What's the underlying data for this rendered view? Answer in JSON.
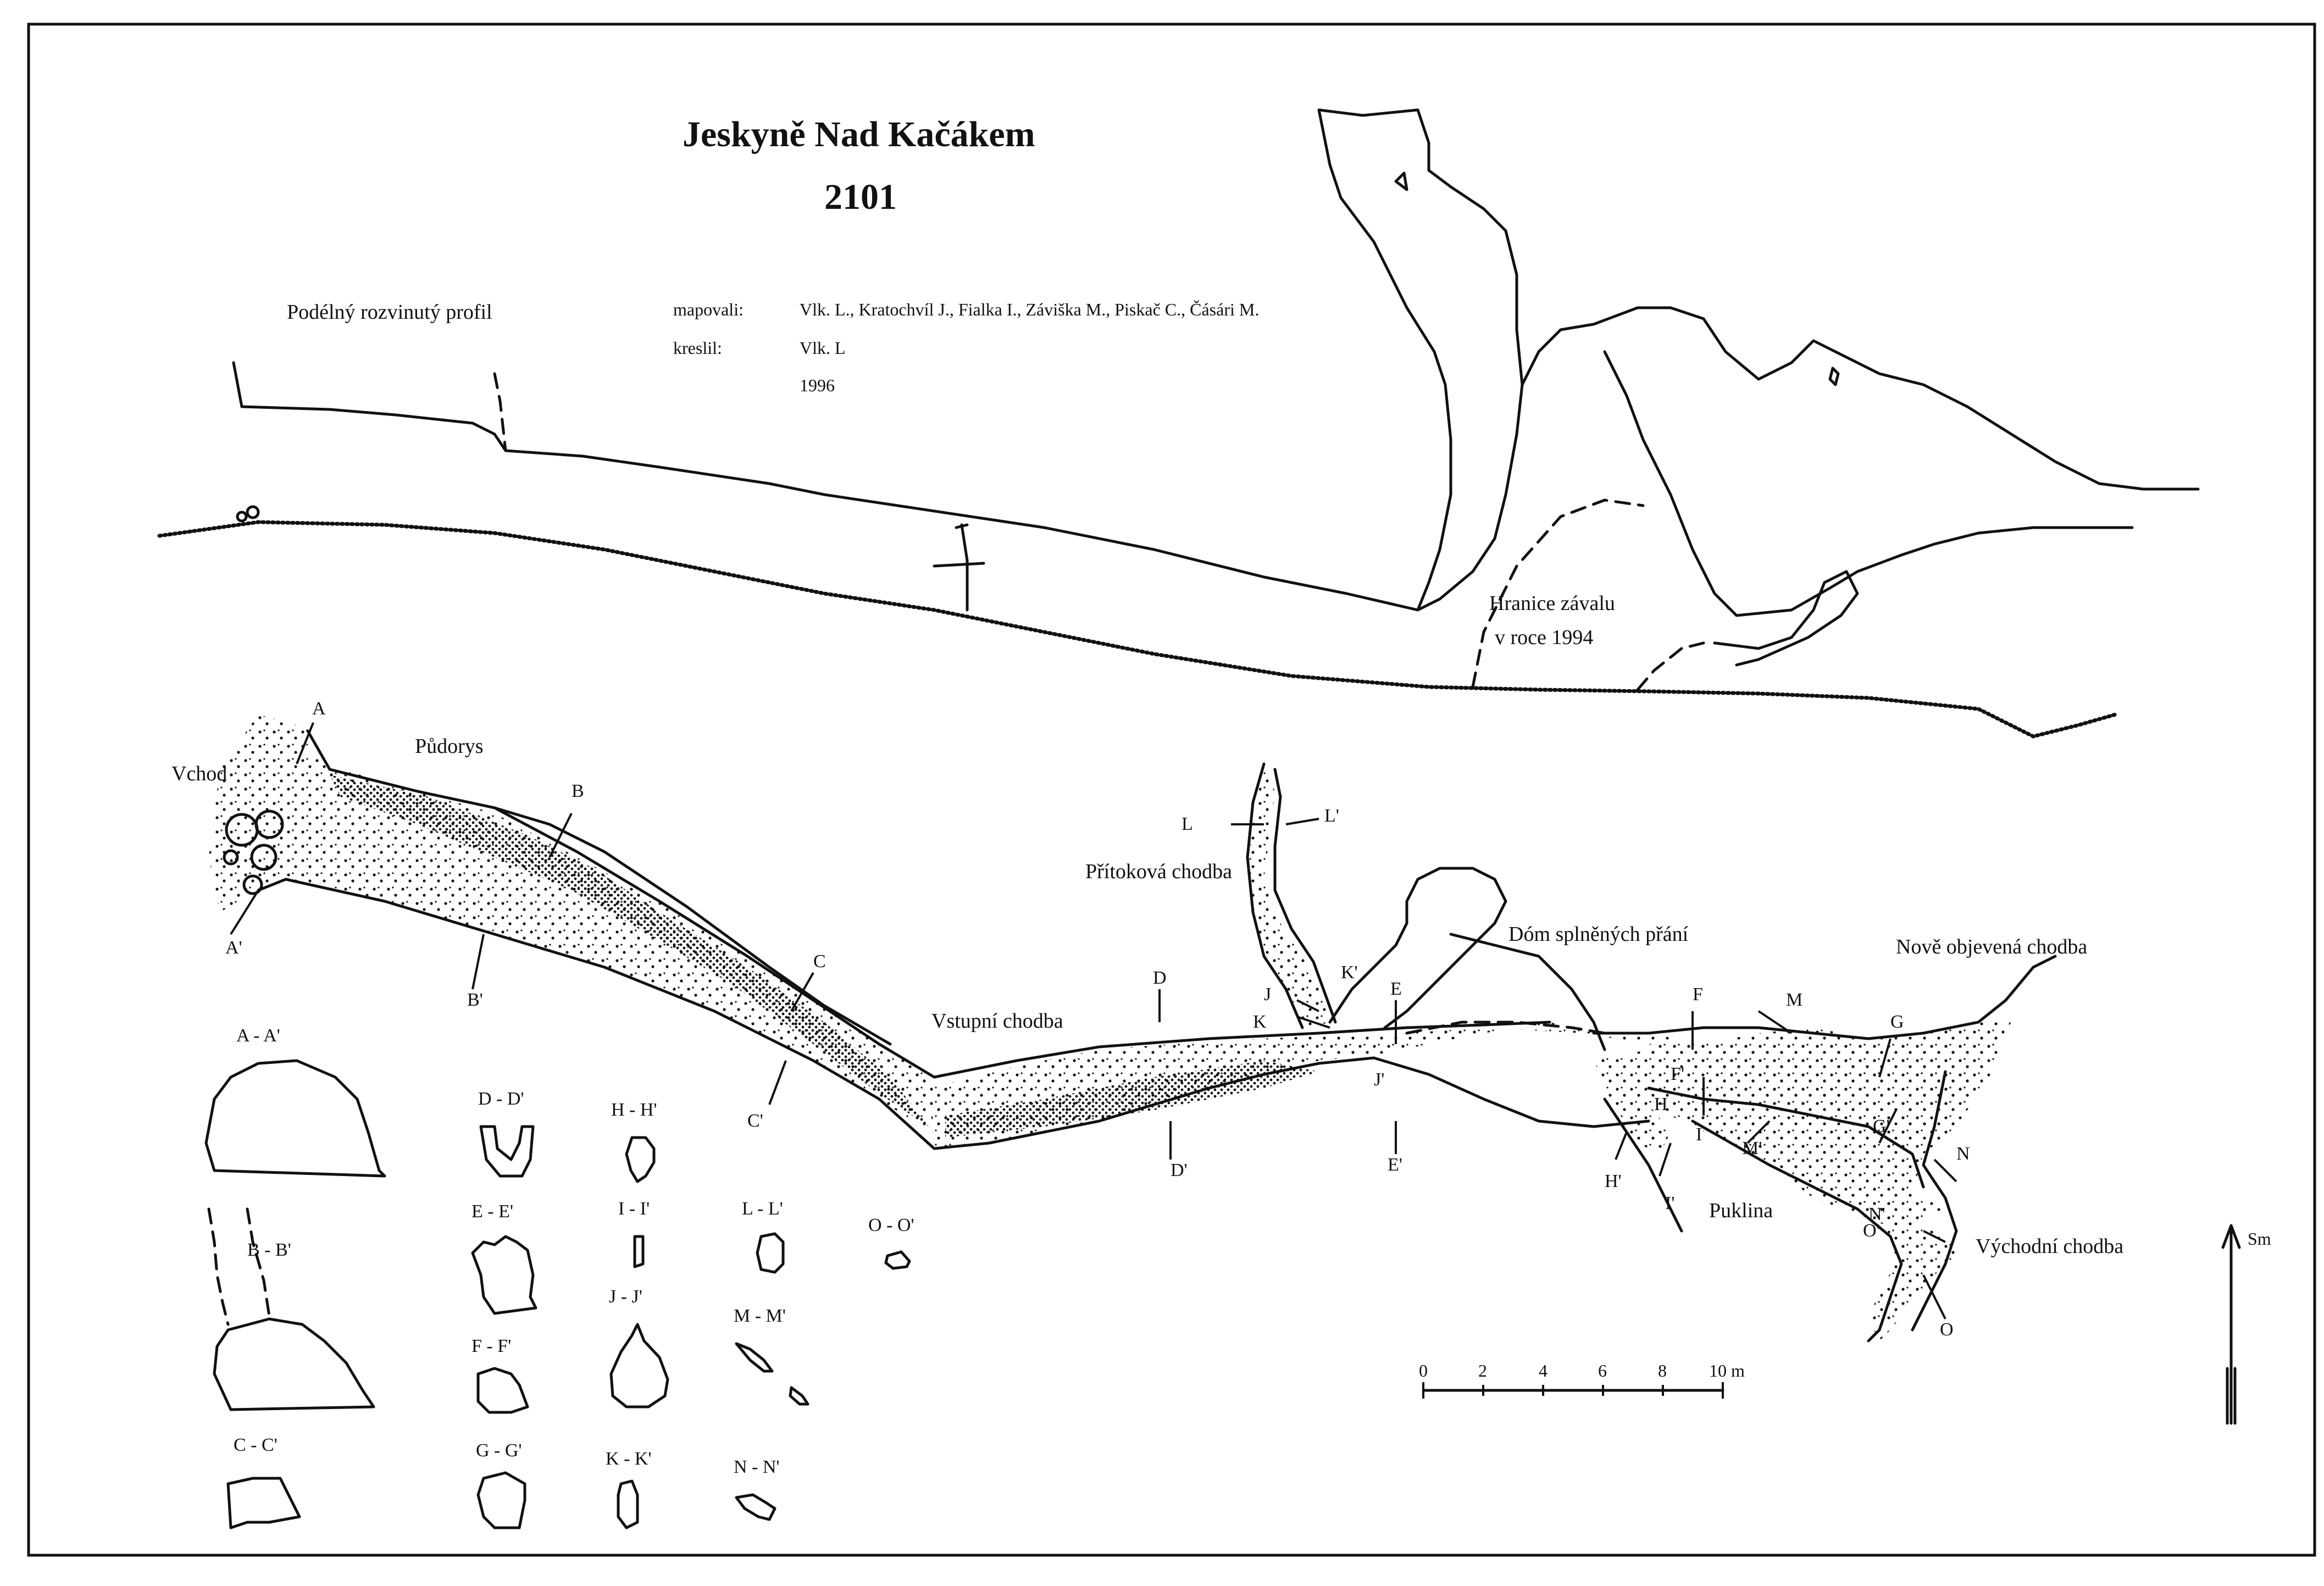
{
  "title": "Jeskyně Nad Kačákem",
  "cave_number": "2101",
  "profile_label": "Podélný rozvinutý profil",
  "plan_label": "Půdorys",
  "credits": {
    "mapped_by_label": "mapovali:",
    "mapped_by": "Vlk. L., Kratochvíl J., Fialka I., Záviška M., Piskač C., Čásári M.",
    "drawn_by_label": "kreslil:",
    "drawn_by": "Vlk. L",
    "year": "1996"
  },
  "annotations": {
    "collapse_boundary_1": "Hranice závalu",
    "collapse_boundary_2": "v roce 1994"
  },
  "place_names": {
    "entrance": "Vchod",
    "entrance_passage": "Vstupní chodba",
    "tributary_passage": "Přítoková chodba",
    "dome": "Dóm splněných přání",
    "new_passage": "Nově objevená chodba",
    "fissure": "Puklina",
    "eastern_passage": "Východní chodba"
  },
  "section_marks": [
    {
      "id": "A",
      "a": "A",
      "b": "A'"
    },
    {
      "id": "B",
      "a": "B",
      "b": "B'"
    },
    {
      "id": "C",
      "a": "C",
      "b": "C'"
    },
    {
      "id": "D",
      "a": "D",
      "b": "D'"
    },
    {
      "id": "E",
      "a": "E",
      "b": "E'"
    },
    {
      "id": "F",
      "a": "F",
      "b": "F'"
    },
    {
      "id": "G",
      "a": "G",
      "b": "G'"
    },
    {
      "id": "H",
      "a": "H",
      "b": "H'"
    },
    {
      "id": "I",
      "a": "I",
      "b": "I'"
    },
    {
      "id": "J",
      "a": "J",
      "b": "J'"
    },
    {
      "id": "K",
      "a": "K",
      "b": "K'"
    },
    {
      "id": "L",
      "a": "L",
      "b": "L'"
    },
    {
      "id": "M",
      "a": "M",
      "b": "M'"
    },
    {
      "id": "N",
      "a": "N",
      "b": "N'"
    },
    {
      "id": "O",
      "a": "O",
      "b": "O'"
    }
  ],
  "cross_sections": {
    "A": "A - A'",
    "B": "B - B'",
    "C": "C - C'",
    "D": "D - D'",
    "E": "E - E'",
    "F": "F - F'",
    "G": "G - G'",
    "H": "H - H'",
    "I": "I - I'",
    "J": "J - J'",
    "K": "K - K'",
    "L": "L - L'",
    "M": "M - M'",
    "N": "N - N'",
    "O": "O - O'"
  },
  "scale_bar": {
    "ticks": [
      "0",
      "2",
      "4",
      "6",
      "8",
      "10 m"
    ]
  },
  "north_arrow": {
    "label": "Sm"
  }
}
